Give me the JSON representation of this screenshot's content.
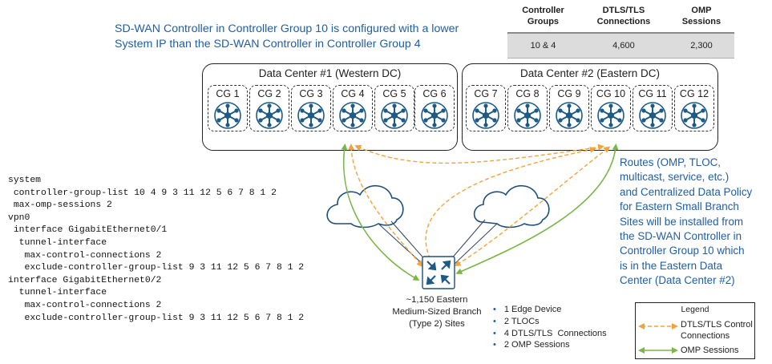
{
  "top_note": "SD-WAN Controller in Controller Group 10 is configured with a lower\nSystem IP than the SD-WAN Controller in Controller Group 4",
  "stats_table": {
    "headers": [
      "Controller\nGroups",
      "DTLS/TLS\nConnections",
      "OMP\nSessions"
    ],
    "row": [
      "10 & 4",
      "4,600",
      "2,300"
    ]
  },
  "data_centers": [
    {
      "label": "Data Center #1 (Western DC)",
      "groups": [
        "CG 1",
        "CG 2",
        "CG 3",
        "CG 4",
        "CG 5",
        "CG 6"
      ]
    },
    {
      "label": "Data Center #2 (Eastern DC)",
      "groups": [
        "CG 7",
        "CG 8",
        "CG 9",
        "CG 10",
        "CG 11",
        "CG 12"
      ]
    }
  ],
  "config_lines": [
    "system",
    " controller-group-list 10 4 9 3 11 12 5 6 7 8 1 2",
    " max-omp-sessions 2",
    "vpn0",
    " interface GigabitEthernet0/1",
    "  tunnel-interface",
    "   max-control-connections 2",
    "   exclude-controller-group-list 9 3 11 12 5 6 7 8 1 2",
    "interface GigabitEthernet0/2",
    "  tunnel-interface",
    "   max-control-connections 2",
    "   exclude-controller-group-list 9 3 11 12 5 6 7 8 1 2"
  ],
  "routes_note": "Routes (OMP, TLOC,\nmulticast, service, etc.)\nand Centralized Data Policy\nfor Eastern Small Branch\nSites will be installed from\nthe SD-WAN Controller in\nController Group 10 which\nis in the Eastern Data\nCenter (Data Center #2)",
  "branch": {
    "label": "~1,150 Eastern\nMedium-Sized Branch\n(Type 2) Sites",
    "facts": [
      "1 Edge Device",
      "2 TLOCs",
      "4 DTLS/TLS  Connections",
      "2 OMP Sessions"
    ]
  },
  "legend": {
    "title": "Legend",
    "items": [
      {
        "label": "DTLS/TLS Control\nConnections",
        "style": "dashed",
        "color": "#f2a33a"
      },
      {
        "label": "OMP Sessions",
        "style": "solid",
        "color": "#7ab648"
      }
    ]
  },
  "colors": {
    "note_blue": "#1f5ea8",
    "controller_icon": "#1e5a86",
    "cloud_stroke": "#1e4e7a",
    "dtls_orange": "#f2a33a",
    "omp_green": "#7ab648",
    "tunnel_dark": "#3d4a66"
  },
  "icons": [
    "controller-icon",
    "router-icon",
    "cloud-icon"
  ]
}
